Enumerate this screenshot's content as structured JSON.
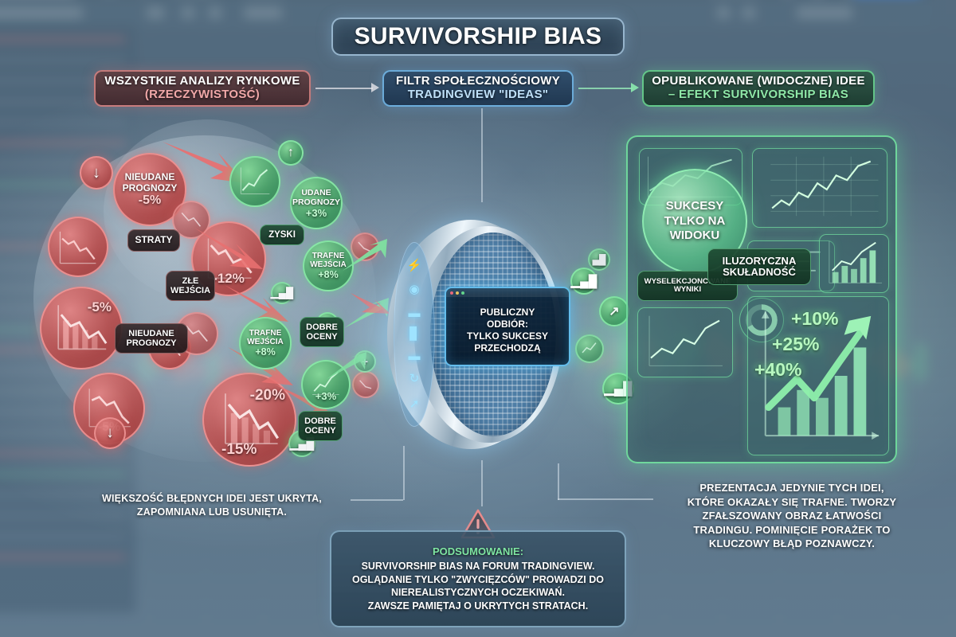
{
  "title": "SURVIVORSHIP BIAS",
  "headers": [
    {
      "line1": "WSZYSTKIE ANALIZY RYNKOWE",
      "line2": "(RZECZYWISTOŚĆ)"
    },
    {
      "line1": "FILTR SPOŁECZNOŚCIOWY",
      "line2": "TRADINGVIEW \"IDEAS\""
    },
    {
      "line1": "OPUBLIKOWANE (WIDOCZNE) IDEE",
      "line2": "– EFEKT SURVIVORSHIP BIAS"
    }
  ],
  "left_cluster": {
    "bubbles": [
      {
        "label": "NIEUDANE PROGNOZY",
        "value": "-5%",
        "tone": "red"
      },
      {
        "label": "",
        "value": "-12%",
        "tone": "red"
      },
      {
        "label": "",
        "value": "-5%",
        "tone": "red"
      },
      {
        "label": "",
        "value": "-5%",
        "tone": "red"
      },
      {
        "label": "",
        "value": "-20%",
        "tone": "red"
      },
      {
        "label": "",
        "value": "-15%",
        "tone": "red"
      }
    ],
    "tags": [
      {
        "label": "STRATY",
        "tone": "dark"
      },
      {
        "label": "ZŁE WEJŚCIA",
        "tone": "dark"
      },
      {
        "label": "NIEUDANE PROGNOZY",
        "tone": "dark"
      }
    ]
  },
  "mid_cluster": {
    "bubbles": [
      {
        "label": "UDANE PROGNOZY",
        "value": "+3%",
        "tone": "green"
      },
      {
        "label": "TRAFNE WEJŚCIA",
        "value": "+8%",
        "tone": "green"
      },
      {
        "label": "TRAFNE WEJŚCIA",
        "value": "+8%",
        "tone": "green"
      },
      {
        "label": "",
        "value": "+3%",
        "tone": "green"
      }
    ],
    "tags": [
      {
        "label": "ZYSKI",
        "tone": "green"
      },
      {
        "label": "DOBRE OCENY",
        "tone": "green"
      },
      {
        "label": "DOBRE OCENY",
        "tone": "green"
      }
    ]
  },
  "funnel": {
    "screen_text": "PUBLICZNY ODBIÓR: TYLKO SUKCESY PRZECHODZĄ",
    "screen_lines": [
      "PUBLICZNY",
      "ODBIÓR:",
      "TYLKO SUKCESY",
      "PRZECHODZĄ"
    ],
    "rail_icons": [
      "bolt-icon",
      "camera-icon",
      "sliders-icon",
      "bar-chart-icon",
      "list-icon",
      "refresh-icon",
      "cursor-icon"
    ]
  },
  "right_panel": {
    "bubble_label_lines": [
      "SUKCESY",
      "TYLKO NA",
      "WIDOKU"
    ],
    "tags": [
      {
        "label": "WYSELEKCJONOWANE WYNIKI"
      },
      {
        "label": "ILUZORYCZNA SKUŁADNOŚĆ"
      }
    ],
    "gains": [
      "+10%",
      "+25%",
      "+40%"
    ]
  },
  "captions": {
    "left": "WIĘKSZOŚĆ BŁĘDNYCH IDEI JEST UKRYTA, ZAPOMNIANA LUB USUNIĘTA.",
    "left_lines": [
      "WIĘKSZOŚĆ BŁĘDNYCH IDEI JEST UKRYTA,",
      "ZAPOMNIANA LUB USUNIĘTA."
    ],
    "right_lines": [
      "PREZENTACJA JEDYNIE TYCH IDEI,",
      "KTÓRE OKAZAŁY SIĘ TRAFNE. TWORZY",
      "ZFAŁSZOWANY OBRAZ ŁATWOŚCI",
      "TRADINGU. POMINIĘCIE PORAŻEK TO",
      "KLUCZOWY BŁĄD POZNAWCZY."
    ]
  },
  "summary": {
    "heading": "PODSUMOWANIE:",
    "lines": [
      "SURVIVORSHIP BIAS NA FORUM TRADINGVIEW.",
      "OGLĄDANIE TYLKO \"ZWYCIĘZCÓW\" PROWADZI DO",
      "NIEREALISTYCZNYCH OCZEKIWAŃ.",
      "ZAWSZE PAMIĘTAJ O UKRYTYCH STRATACH."
    ]
  },
  "background": {
    "app_name": "TradingView",
    "publish_button": "Publish"
  },
  "colors": {
    "red": "#e08585",
    "green": "#6fe3a0",
    "blue": "#6ecdff",
    "title_border": "#a8c8e0",
    "bg": "#4a6073"
  }
}
